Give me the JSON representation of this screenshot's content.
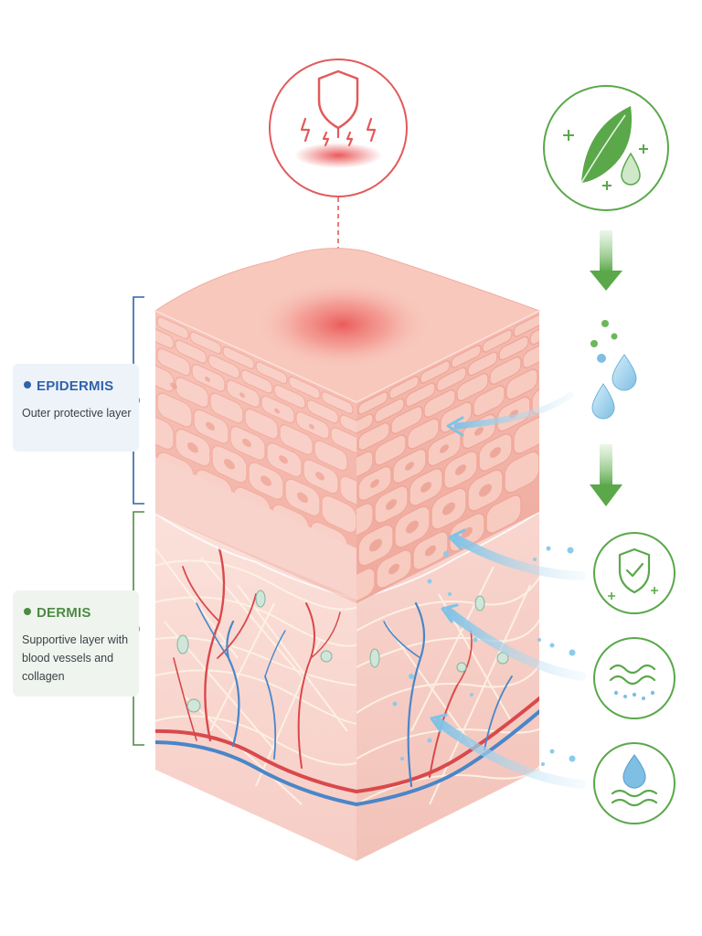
{
  "layers": [
    {
      "id": "epidermis",
      "title": "EPIDERMIS",
      "description": "Outer protective layer",
      "color": "#2f63ab"
    },
    {
      "id": "dermis",
      "title": "DERMIS",
      "description": "Supportive layer with blood vessels and collagen",
      "color": "#4e8a45"
    }
  ],
  "icons": {
    "irritation": "shield-irritation-icon",
    "botanical": "leaf-drops-icon",
    "benefits": [
      "shield-check-icon",
      "waves-dots-icon",
      "water-drop-waves-icon"
    ]
  },
  "colors": {
    "skin": "#f6bfb4",
    "irritation": "#e8484a",
    "epidermis_bracket": "#2f63ab",
    "dermis_bracket": "#4e8a45",
    "botanical": "#5aa84a",
    "absorption": "#8ccbea"
  }
}
